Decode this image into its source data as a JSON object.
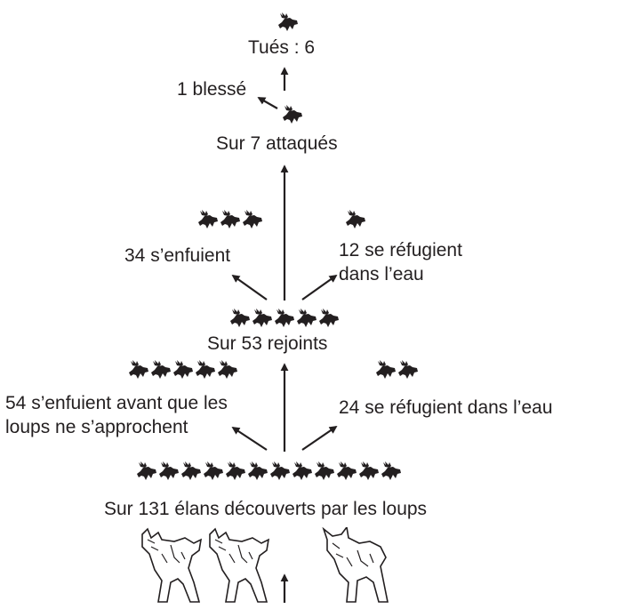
{
  "colors": {
    "ink": "#231f20",
    "background": "#ffffff"
  },
  "icons": {
    "moose": "moose-icon",
    "wolf": "wolf-icon",
    "arrow": "arrow-icon"
  },
  "counts": {
    "killed_moose_icons": 1,
    "attacked_moose_icons": 1,
    "fled_after_joined_icons": 3,
    "water_after_joined_icons": 1,
    "joined_moose_icons": 5,
    "fled_before_approach_icons": 5,
    "water_before_approach_icons": 2,
    "discovered_moose_icons": 12,
    "wolf_icons": 3
  },
  "labels": {
    "killed": "Tués : 6",
    "wounded": "1 blessé",
    "attacked": "Sur 7 attaqués",
    "fled_34": "34 s’enfuient",
    "water_12_line1": "12 se réfugient",
    "water_12_line2": "dans l’eau",
    "joined": "Sur 53 rejoints",
    "fled_54_line1": "54 s’enfuient avant que les",
    "fled_54_line2": "loups ne s’approchent",
    "water_24": "24 se réfugient dans l’eau",
    "discovered": "Sur 131 élans découverts par les loups"
  }
}
